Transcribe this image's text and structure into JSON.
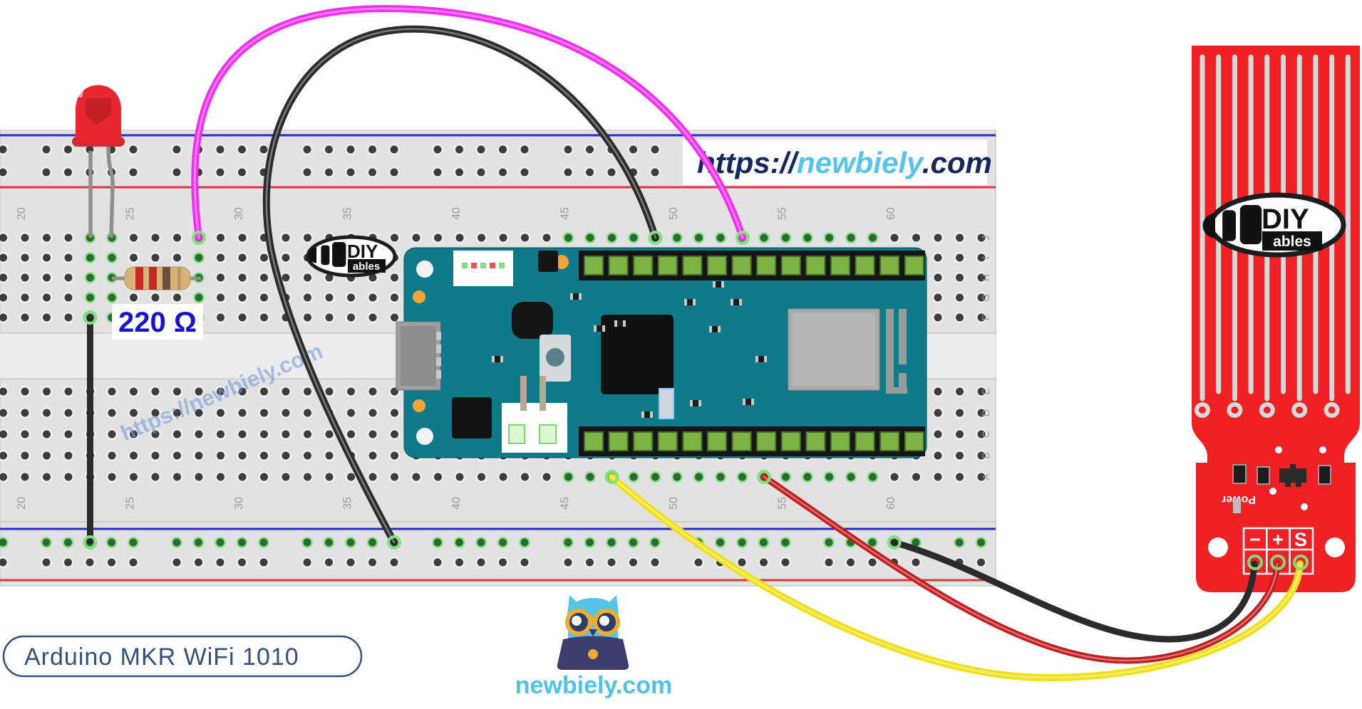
{
  "board_label": "Arduino MKR WiFi 1010",
  "url_banner": {
    "protocol": "https://",
    "site": "newbiely",
    "tld": ".com",
    "protocol_color": "#16295f",
    "site_color": "#56c5ec"
  },
  "watermark_text": "https://newbiely.com",
  "resistor_value_label": "220 Ω",
  "mascot_caption": "newbiely.com",
  "diyables_logo": {
    "line1": "DIY",
    "line2": "ables"
  },
  "breadboard": {
    "column_numbers": [
      "20",
      "25",
      "30",
      "35",
      "40",
      "45",
      "50",
      "55",
      "60"
    ],
    "row_letters_top": [
      "J",
      "I",
      "H",
      "G",
      "F"
    ],
    "row_letters_bottom": [
      "E",
      "D",
      "C",
      "B",
      "A"
    ],
    "body_color": "#e2e2e2",
    "rail_blue": "#2a2ac8",
    "rail_red": "#d23c3c",
    "hole_green_ring": "#8fe08f",
    "hole_green_center": "#2a6b2f"
  },
  "arduino": {
    "board_color": "#0e7a8a"
  },
  "led": {
    "color": "#e8262d"
  },
  "resistor": {
    "body_color": "#d8b276",
    "bands": [
      "#c62828",
      "#c62828",
      "#6d4c41",
      "#b89b5e"
    ]
  },
  "water_level_sensor": {
    "pin_labels": [
      "−",
      "+",
      "S"
    ],
    "silkscreen_label": "Power",
    "board_color": "#ef2125",
    "stripe_color": "#d9d9d9"
  },
  "wires": {
    "magenta_jumper": "#f32cf3",
    "black_arc_jumper": "#2b2b2b",
    "led_cathode_wire": "#2b2b2b",
    "sensor_minus_wire": "#2b2b2b",
    "sensor_plus_wire": "#c21d1d",
    "sensor_signal_wire": "#efe018"
  }
}
